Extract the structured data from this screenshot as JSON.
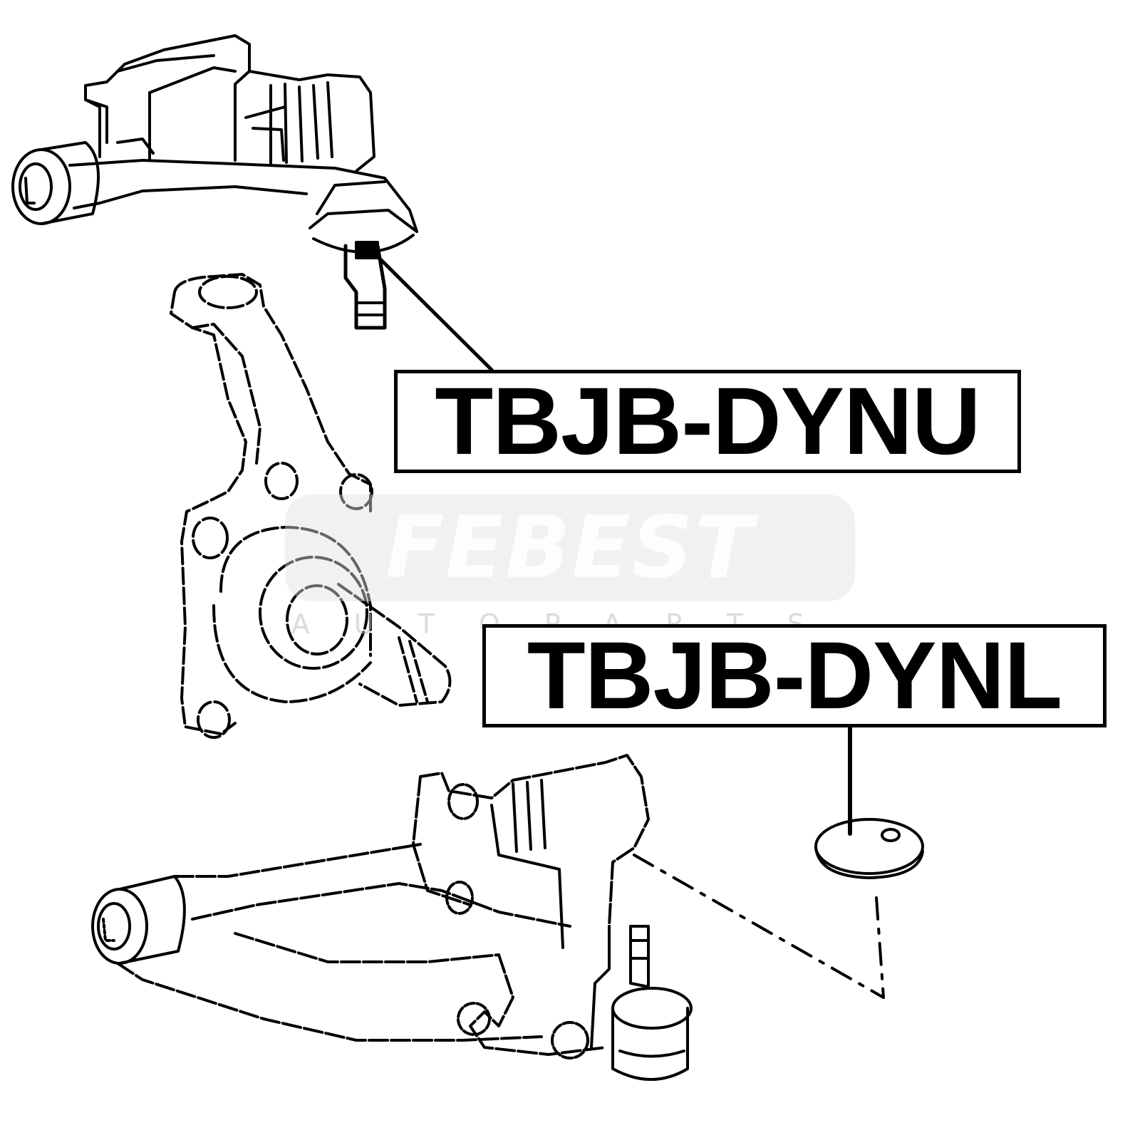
{
  "labels": {
    "upper_part": "TBJB-DYNU",
    "lower_part": "TBJB-DYNL"
  },
  "watermark": {
    "brand": "FEBEST",
    "sub": "AUTOPARTS"
  },
  "colors": {
    "line": "#000000",
    "background": "#ffffff",
    "watermark": "#e1e1e1"
  }
}
